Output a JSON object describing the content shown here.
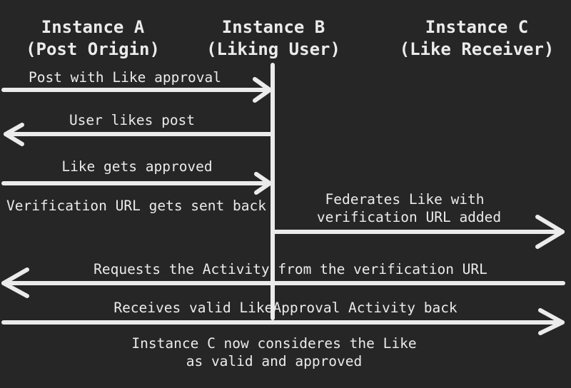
{
  "colors": {
    "background": "#262626",
    "foreground": "#ebebeb"
  },
  "participants": [
    {
      "name": "Instance A",
      "role": "(Post Origin)"
    },
    {
      "name": "Instance B",
      "role": "(Liking User)"
    },
    {
      "name": "Instance C",
      "role": "(Like Receiver)"
    }
  ],
  "messages": [
    {
      "label": "Post with Like approval",
      "from": "Instance A",
      "to": "Instance B"
    },
    {
      "label": "User likes post",
      "from": "Instance B",
      "to": "Instance A"
    },
    {
      "label": "Like gets approved",
      "from": "Instance A",
      "to": "Instance B"
    },
    {
      "label": "Verification URL gets sent back"
    },
    {
      "label_lines": [
        "Federates Like with",
        "verification URL added"
      ],
      "from": "Instance B",
      "to": "Instance C"
    },
    {
      "label": "Requests the Activity from the verification URL",
      "from": "Instance C",
      "to": "Instance A"
    },
    {
      "label": "Receives valid LikeApproval Activity back",
      "from": "Instance A",
      "to": "Instance C"
    }
  ],
  "footer": [
    "Instance C now consideres the Like",
    "as valid and approved"
  ]
}
